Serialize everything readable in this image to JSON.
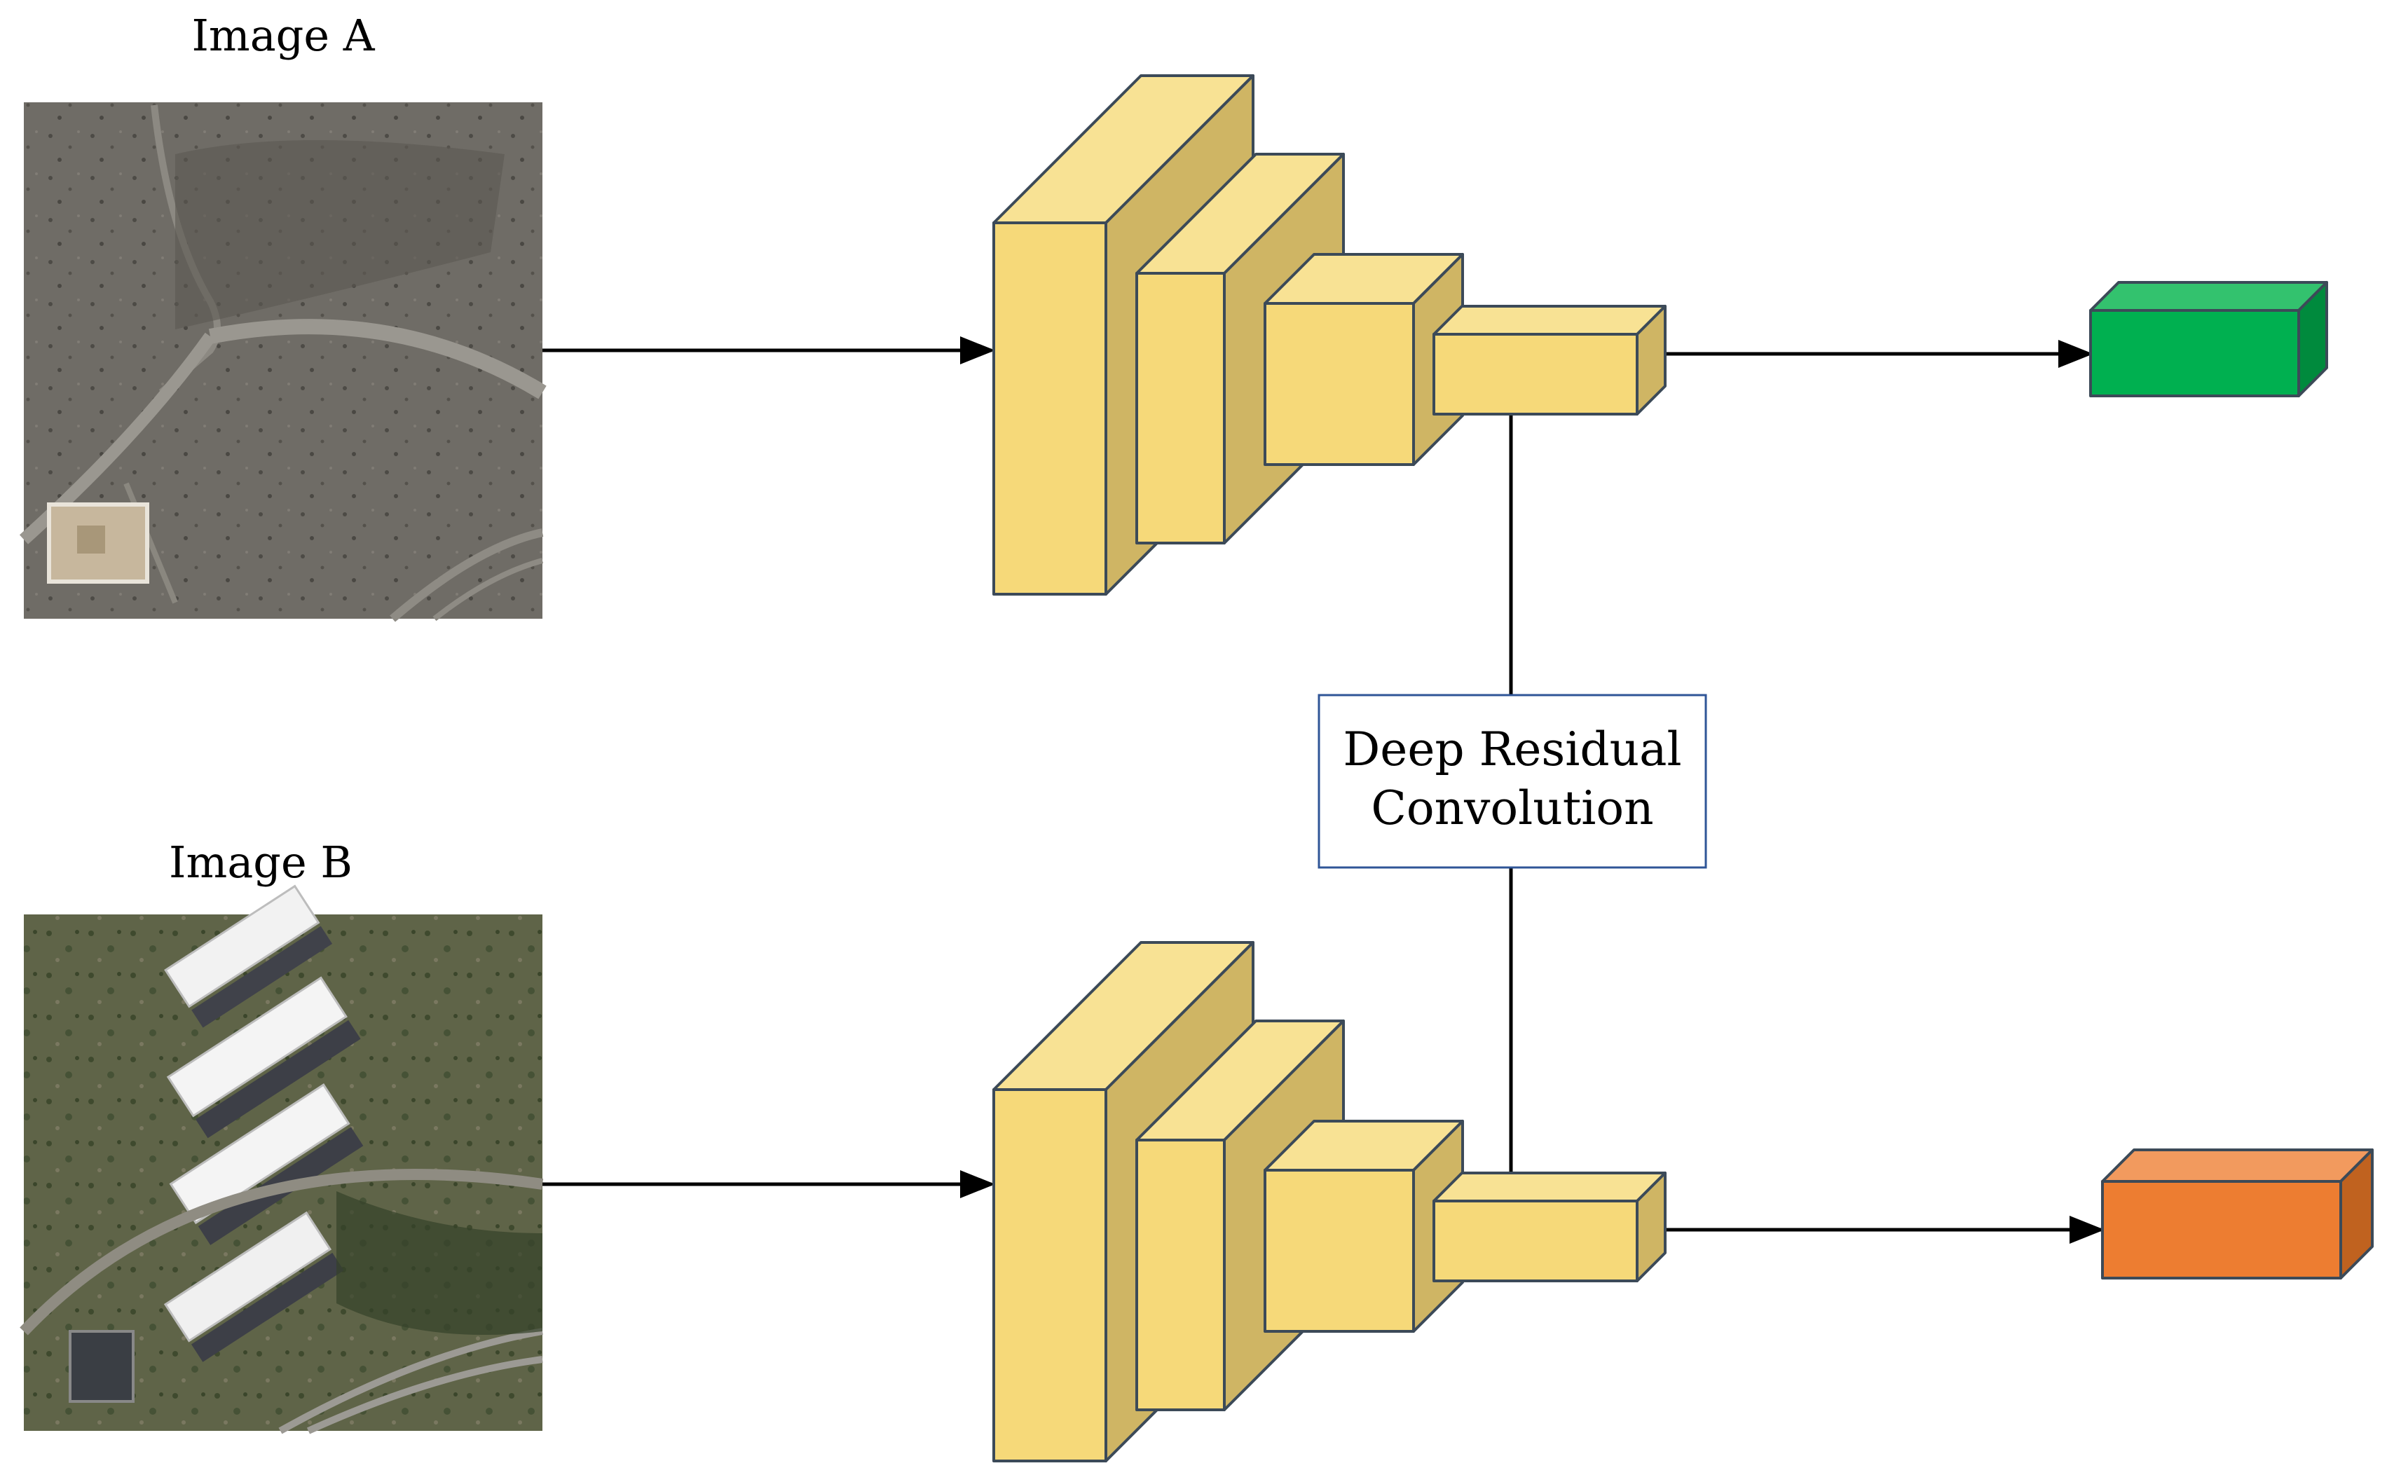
{
  "labels": {
    "image_a": "Image A",
    "image_b": "Image B",
    "module_line1": "Deep Residual",
    "module_line2": "Convolution"
  },
  "colors": {
    "block_front": "#f6d979",
    "block_top": "#f8e294",
    "block_side": "#cfb564",
    "block_stroke": "#3c4a58",
    "output_a_front": "#00b050",
    "output_a_top": "#33c26e",
    "output_a_side": "#008a3d",
    "output_b_front": "#ed7d31",
    "output_b_top": "#f29a5e",
    "output_b_side": "#c0621f",
    "module_border": "#2f5597",
    "arrow": "#000000"
  }
}
